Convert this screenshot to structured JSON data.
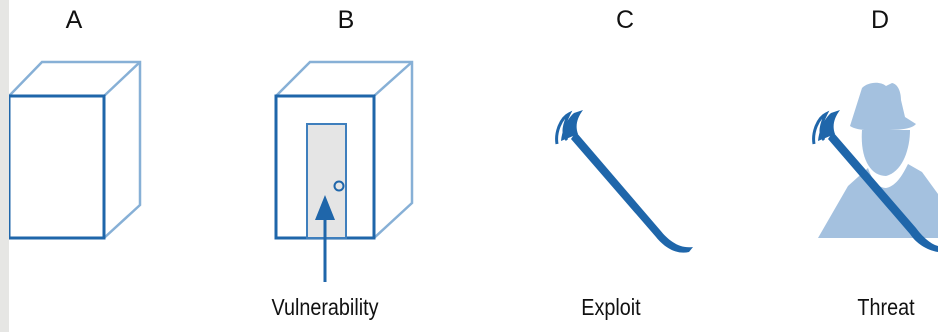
{
  "panels": [
    {
      "letter": "A",
      "caption": "",
      "icon": "cube-icon"
    },
    {
      "letter": "B",
      "caption": "Vulnerability",
      "icon": "cube-with-door-icon"
    },
    {
      "letter": "C",
      "caption": "Exploit",
      "icon": "crowbar-icon"
    },
    {
      "letter": "D",
      "caption": "Threat",
      "icon": "attacker-with-crowbar-icon"
    }
  ],
  "colors": {
    "cube_front": "#1f66aa",
    "cube_back": "#87b0d6",
    "door_fill": "#e5e5e5",
    "door_stroke": "#3f7fbd",
    "crowbar": "#1f66aa",
    "silhouette": "#a4c1df",
    "text": "#111111"
  }
}
